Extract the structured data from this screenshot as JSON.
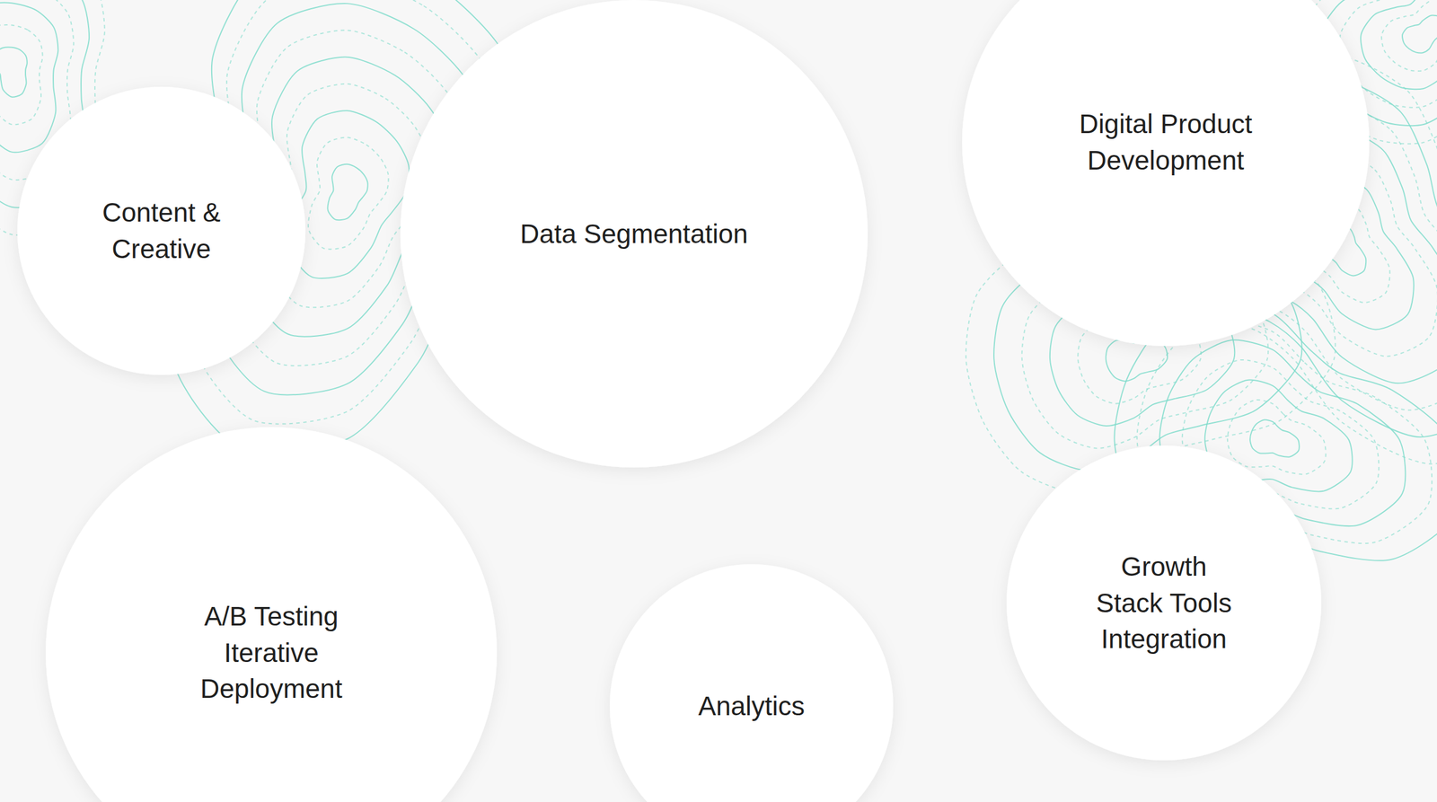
{
  "diagram": {
    "nodes": [
      {
        "text": [
          "Content & Creative"
        ]
      },
      {
        "text": [
          "Data Segmentation"
        ]
      },
      {
        "text": [
          "Digital Product Development"
        ]
      },
      {
        "text": [
          "A/B Testing Iterative Deployment"
        ]
      },
      {
        "text": [
          "Analytics"
        ]
      },
      {
        "text": [
          "Growth Stack Tools Integration"
        ]
      }
    ]
  }
}
